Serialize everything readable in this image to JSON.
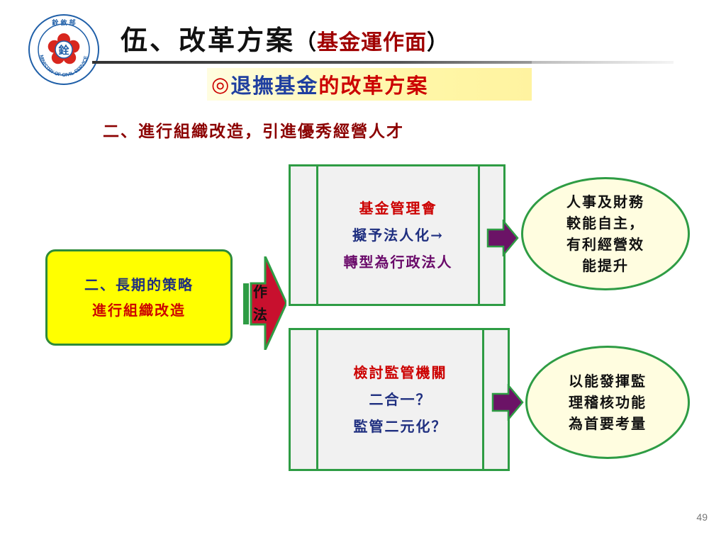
{
  "header": {
    "title_main": "伍、改革方案",
    "title_paren_open": "（",
    "title_paren_inner": "基金運作面",
    "title_paren_close": "）"
  },
  "logo": {
    "top_text": "銓 敘 部",
    "center_char": "銓",
    "ring_text": "MINISTRY OF CIVIL SERVICE"
  },
  "banner": {
    "symbol": "◎",
    "part_blue": "退撫基金",
    "part_red": "的改革方案"
  },
  "section_heading": "二、進行組織改造，引進優秀經營人才",
  "strategy_box": {
    "line1": "二、長期的策略",
    "line2": "進行組織改造"
  },
  "method_arrow": {
    "char1": "作",
    "char2": "法"
  },
  "top_box": {
    "line1": "基金管理會",
    "line2": "擬予法人化→",
    "line3": "轉型為行政法人"
  },
  "bottom_box": {
    "line1": "檢討監管機關",
    "line2": "二合一？",
    "line3": "監管二元化？"
  },
  "top_oval": {
    "line1": "人事及財務",
    "line2": "較能自主，",
    "line3": "有利經營效",
    "line4": "能提升"
  },
  "bottom_oval": {
    "line1": "以能發揮監",
    "line2": "理稽核功能",
    "line3": "為首要考量"
  },
  "page_number": "49",
  "colors": {
    "green_border": "#2e9c44",
    "yellow_fill": "#ffff00",
    "oval_fill": "#fffde0",
    "red_text": "#cc0000",
    "navy_text": "#1f2f80",
    "arrow_purple": "#6b1366",
    "arrow_red": "#c8102e"
  }
}
